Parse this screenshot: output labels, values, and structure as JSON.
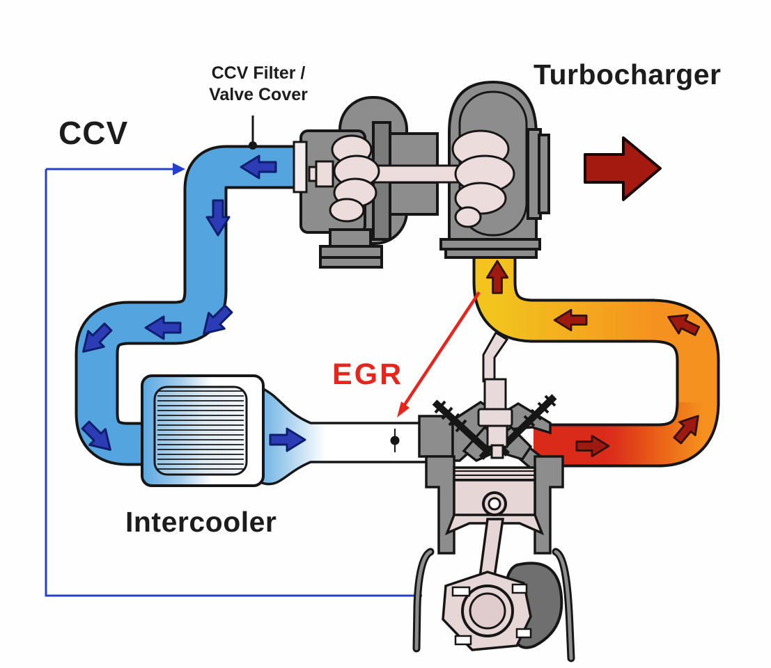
{
  "diagram": {
    "type": "engine-airflow-schematic",
    "labels": {
      "ccv": "CCV",
      "ccv_filter_line1": "CCV Filter /",
      "ccv_filter_line2": "Valve Cover",
      "turbocharger": "Turbocharger",
      "egr": "EGR",
      "intercooler": "Intercooler"
    },
    "components": [
      "turbocharger-compressor",
      "turbocharger-turbine",
      "intercooler",
      "engine-cylinder",
      "cold-intake-pipe",
      "hot-exhaust-pipe",
      "ccv-return-line",
      "egr-injection-point"
    ],
    "flow_arrows": {
      "cold_intake": [
        "left",
        "down",
        "down-left",
        "left",
        "down-left",
        "down-right",
        "right"
      ],
      "hot_exhaust": [
        "right",
        "up-right",
        "up-left",
        "left",
        "up"
      ],
      "exhaust_out": "right",
      "egr_pointer": "down-left",
      "ccv_feed": "right"
    },
    "colors": {
      "cold_pipe": "#54a4e0",
      "cold_arrow": "#2b3cb4",
      "hot_yellow": "#f2c41d",
      "hot_orange": "#f5911e",
      "hot_red": "#da2a1a",
      "hot_arrow": "#9e1a10",
      "exhaust_out_arrow": "#a41a10",
      "egr_red": "#e8251d",
      "ccv_line_blue": "#2540cc",
      "metal_gray": "#8d8d8d",
      "metal_pink": "#ecdcdc",
      "outline": "#161616"
    }
  }
}
